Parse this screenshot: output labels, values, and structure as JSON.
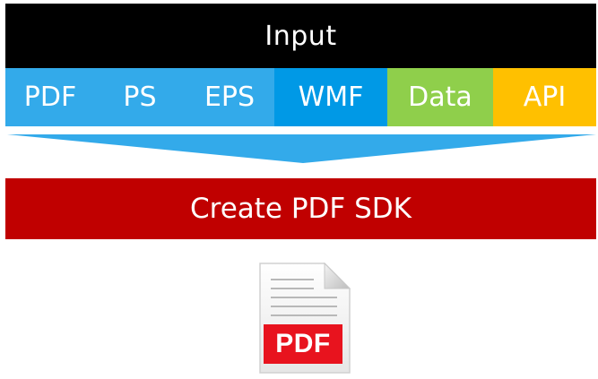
{
  "input": {
    "title": "Input",
    "color": "#000000"
  },
  "formats": [
    {
      "label": "PDF",
      "color": "#33aaea"
    },
    {
      "label": "PS",
      "color": "#33aaea"
    },
    {
      "label": "EPS",
      "color": "#33aaea"
    },
    {
      "label": "WMF",
      "color": "#0099e6"
    },
    {
      "label": "Data",
      "color": "#8fcf4b"
    },
    {
      "label": "API",
      "color": "#ffc000"
    }
  ],
  "arrow": {
    "color": "#33aaea",
    "direction": "down"
  },
  "sdk": {
    "title": "Create PDF SDK",
    "color": "#c00000"
  },
  "output_icon": {
    "icon": "pdf-file-icon",
    "label": "PDF",
    "color": "#e8131e"
  }
}
